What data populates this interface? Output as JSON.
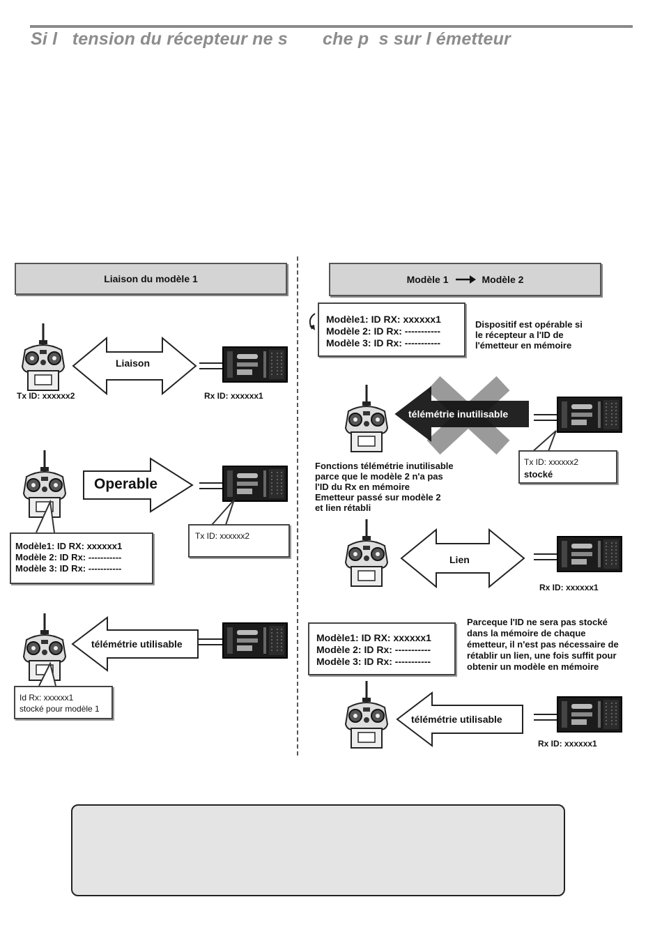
{
  "title": "Si l   tension du récepteur ne s       che p  s sur l émetteur",
  "left": {
    "header": "Liaison du modèle 1",
    "row1": {
      "arrow": "Liaison",
      "tx_label": "Tx ID: xxxxxx2",
      "rx_label": "Rx ID: xxxxxx1"
    },
    "row2": {
      "arrow": "Operable",
      "memory": [
        "Modèle1: ID RX: xxxxxx1",
        "Modèle 2: ID Rx: -----------",
        "Modèle 3: ID Rx: -----------"
      ],
      "rx_callout": "Tx ID: xxxxxx2"
    },
    "row3": {
      "arrow": "télémétrie utilisable",
      "tx_callout": [
        "Id Rx: xxxxxx1",
        "stocké pour modèle 1"
      ]
    }
  },
  "right": {
    "header_from": "Modèle 1",
    "header_to": "Modèle 2",
    "memory_box": [
      "Modèle1: ID RX: xxxxxx1",
      "Modèle 2: ID Rx: -----------",
      "Modèle 3: ID Rx: -----------"
    ],
    "memory_note": [
      "Dispositif est opérable si",
      "le récepteur a l'ID de",
      "l'émetteur en mémoire"
    ],
    "row1": {
      "arrow": "télémétrie inutilisable",
      "rx_callout": [
        "Tx ID: xxxxxx2",
        "stocké"
      ]
    },
    "row1_note": [
      "Fonctions télémétrie inutilisable",
      "parce que le modèle 2 n'a pas",
      "l'ID du Rx en mémoire",
      "Emetteur passé sur modèle 2",
      "et lien rétabli"
    ],
    "row2": {
      "arrow": "Lien",
      "rx_label": "Rx ID: xxxxxx1"
    },
    "memory_box2": [
      "Modèle1: ID RX: xxxxxx1",
      "Modèle 2: ID Rx: -----------",
      "Modèle 3: ID Rx: -----------"
    ],
    "memory_note2": [
      "Parceque l'ID ne sera pas stocké",
      "dans la mémoire de chaque",
      "émetteur, il n'est pas nécessaire de",
      "rétablir un lien, une fois suffit pour",
      "obtenir un modèle en mémoire"
    ],
    "row3": {
      "arrow": "télémétrie utilisable",
      "rx_label": "Rx ID: xxxxxx1"
    }
  }
}
